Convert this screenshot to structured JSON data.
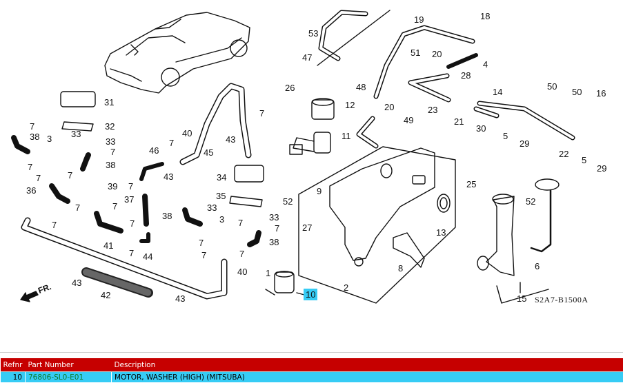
{
  "diagram": {
    "code": "S2A7-B1500A",
    "front_arrow_label": "FR.",
    "highlighted_ref": "10",
    "highlight_color": "#36ccf5",
    "callouts": [
      {
        "id": "c53",
        "text": "53"
      },
      {
        "id": "c19",
        "text": "19"
      },
      {
        "id": "c18",
        "text": "18"
      },
      {
        "id": "c47",
        "text": "47"
      },
      {
        "id": "c51",
        "text": "51"
      },
      {
        "id": "c20a",
        "text": "20"
      },
      {
        "id": "c4",
        "text": "4"
      },
      {
        "id": "c28",
        "text": "28"
      },
      {
        "id": "c26",
        "text": "26"
      },
      {
        "id": "c48",
        "text": "48"
      },
      {
        "id": "c14",
        "text": "14"
      },
      {
        "id": "c50a",
        "text": "50"
      },
      {
        "id": "c50b",
        "text": "50"
      },
      {
        "id": "c16",
        "text": "16"
      },
      {
        "id": "c31",
        "text": "31"
      },
      {
        "id": "c12",
        "text": "12"
      },
      {
        "id": "c20b",
        "text": "20"
      },
      {
        "id": "c23",
        "text": "23"
      },
      {
        "id": "c49",
        "text": "49"
      },
      {
        "id": "c21",
        "text": "21"
      },
      {
        "id": "c30",
        "text": "30"
      },
      {
        "id": "c5a",
        "text": "5"
      },
      {
        "id": "c29a",
        "text": "29"
      },
      {
        "id": "c22",
        "text": "22"
      },
      {
        "id": "c5b",
        "text": "5"
      },
      {
        "id": "c29b",
        "text": "29"
      },
      {
        "id": "c7a",
        "text": "7"
      },
      {
        "id": "c32",
        "text": "32"
      },
      {
        "id": "c38a",
        "text": "38"
      },
      {
        "id": "c33a",
        "text": "33"
      },
      {
        "id": "c3a",
        "text": "3"
      },
      {
        "id": "c33b",
        "text": "33"
      },
      {
        "id": "c7b",
        "text": "7"
      },
      {
        "id": "c7c",
        "text": "7"
      },
      {
        "id": "c7d",
        "text": "7"
      },
      {
        "id": "c38b",
        "text": "38"
      },
      {
        "id": "c7e",
        "text": "7"
      },
      {
        "id": "c36",
        "text": "36"
      },
      {
        "id": "c39",
        "text": "39"
      },
      {
        "id": "c7f",
        "text": "7"
      },
      {
        "id": "c7g",
        "text": "7"
      },
      {
        "id": "c7h",
        "text": "7"
      },
      {
        "id": "c40a",
        "text": "40"
      },
      {
        "id": "c7i",
        "text": "7"
      },
      {
        "id": "c11",
        "text": "11"
      },
      {
        "id": "c46",
        "text": "46"
      },
      {
        "id": "c7j",
        "text": "7"
      },
      {
        "id": "c45",
        "text": "45"
      },
      {
        "id": "c43a",
        "text": "43"
      },
      {
        "id": "c43b",
        "text": "43"
      },
      {
        "id": "c34",
        "text": "34"
      },
      {
        "id": "c7k",
        "text": "7"
      },
      {
        "id": "c37",
        "text": "37"
      },
      {
        "id": "c35",
        "text": "35"
      },
      {
        "id": "c33c",
        "text": "33"
      },
      {
        "id": "c52a",
        "text": "52"
      },
      {
        "id": "c9",
        "text": "9"
      },
      {
        "id": "c25",
        "text": "25"
      },
      {
        "id": "c7l",
        "text": "7"
      },
      {
        "id": "c38c",
        "text": "38"
      },
      {
        "id": "c3b",
        "text": "3"
      },
      {
        "id": "c7m",
        "text": "7"
      },
      {
        "id": "c33d",
        "text": "33"
      },
      {
        "id": "c7n",
        "text": "7"
      },
      {
        "id": "c27",
        "text": "27"
      },
      {
        "id": "c13",
        "text": "13"
      },
      {
        "id": "c7o",
        "text": "7"
      },
      {
        "id": "c38d",
        "text": "38"
      },
      {
        "id": "c41",
        "text": "41"
      },
      {
        "id": "c7p",
        "text": "7"
      },
      {
        "id": "c44",
        "text": "44"
      },
      {
        "id": "c7q",
        "text": "7"
      },
      {
        "id": "c7r",
        "text": "7"
      },
      {
        "id": "c40b",
        "text": "40"
      },
      {
        "id": "c8",
        "text": "8"
      },
      {
        "id": "c1",
        "text": "1"
      },
      {
        "id": "c2",
        "text": "2"
      },
      {
        "id": "c43c",
        "text": "43"
      },
      {
        "id": "c42",
        "text": "42"
      },
      {
        "id": "c43d",
        "text": "43"
      },
      {
        "id": "c52b",
        "text": "52"
      },
      {
        "id": "c6",
        "text": "6"
      },
      {
        "id": "c15",
        "text": "15"
      },
      {
        "id": "c10",
        "text": "10"
      }
    ]
  },
  "parts_table": {
    "headers": {
      "refnr": "Refnr",
      "part_number": "Part Number",
      "description": "Description"
    },
    "rows": [
      {
        "refnr": "10",
        "part_number": "76806-SL0-E01",
        "description": "MOTOR, WASHER (HIGH) (MITSUBA)"
      }
    ]
  }
}
